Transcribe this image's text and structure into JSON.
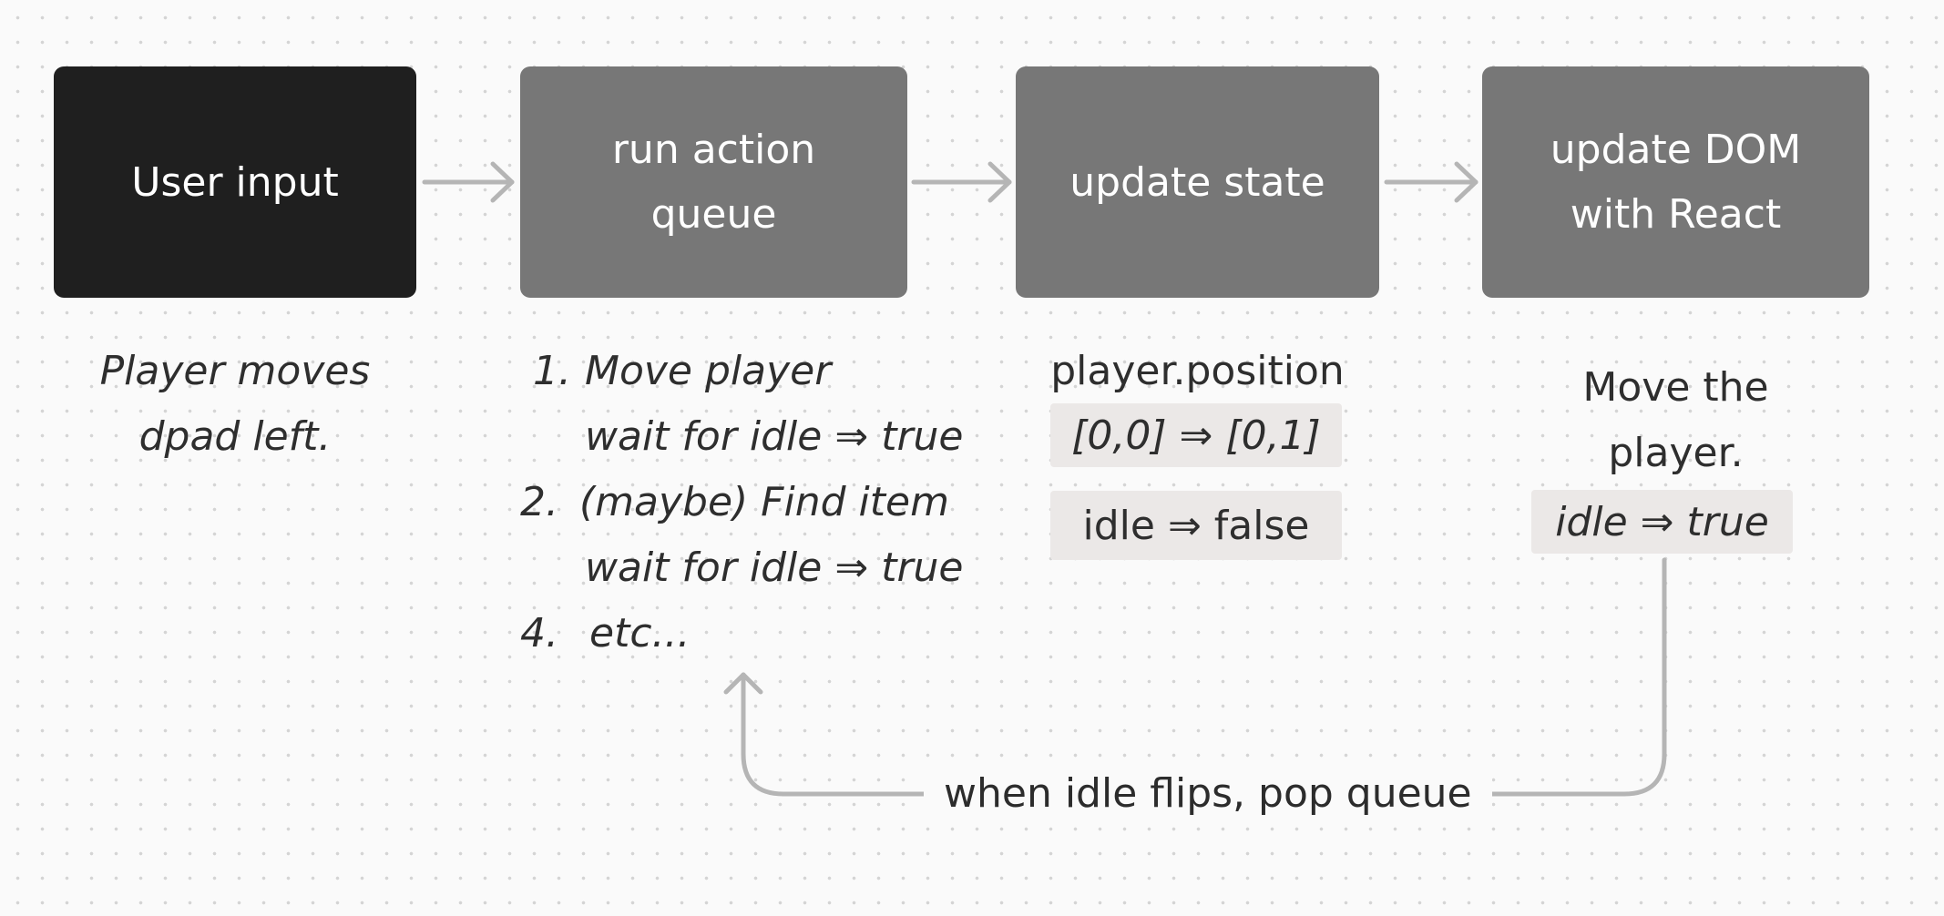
{
  "steps": [
    {
      "lines": [
        "User input"
      ]
    },
    {
      "lines": [
        "run action",
        "queue"
      ]
    },
    {
      "lines": [
        "update state"
      ]
    },
    {
      "lines": [
        "update DOM",
        "with React"
      ]
    }
  ],
  "notes": {
    "user_input": [
      "Player moves",
      "dpad left."
    ],
    "queue_items": [
      {
        "marker": "1.",
        "lines": [
          "Move player",
          "wait for idle ⇒ true"
        ]
      },
      {
        "marker": "2.",
        "lines": [
          "(maybe) Find item",
          "wait for idle ⇒ true"
        ]
      },
      {
        "marker": "4.",
        "lines": [
          "etc..."
        ]
      }
    ],
    "state_label": "player.position",
    "state_chips": [
      "[0,0] ⇒ [0,1]",
      "idle ⇒ false"
    ],
    "dom_lines": [
      "Move the",
      "player."
    ],
    "dom_chip": "idle ⇒ true"
  },
  "loop_label": "when idle flips, pop queue",
  "colors": {
    "step_first": "#1f1f1f",
    "step_other": "#777777",
    "chip_bg": "#ebe8e7",
    "connector": "#b5b5b5"
  }
}
